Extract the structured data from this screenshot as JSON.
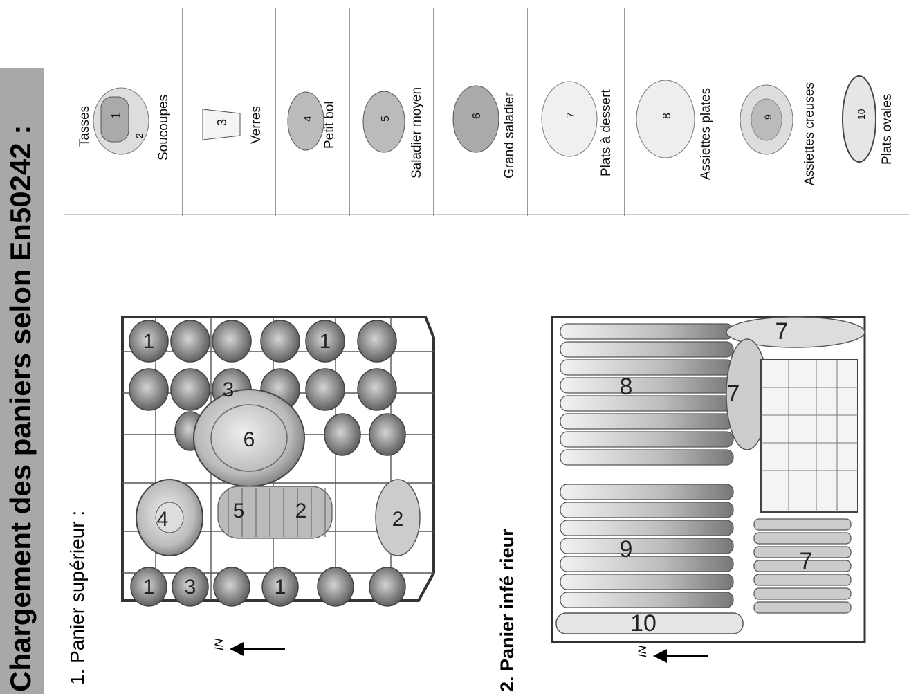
{
  "title": "Chargement des paniers selon En50242 :",
  "upper_basket": {
    "heading": "1. Panier supérieur :",
    "direction_label": "IN"
  },
  "lower_basket": {
    "heading": "2. Panier infé rieur",
    "direction_label": "IN"
  },
  "legend": [
    {
      "number": "1",
      "label": "Tasses"
    },
    {
      "number": "2",
      "label": "Soucoupes"
    },
    {
      "number": "3",
      "label": "Verres"
    },
    {
      "number": "4",
      "label": "Petit bol"
    },
    {
      "number": "5",
      "label": "Saladier moyen"
    },
    {
      "number": "6",
      "label": "Grand saladier"
    },
    {
      "number": "7",
      "label": "Plats à dessert"
    },
    {
      "number": "8",
      "label": "Assiettes plates"
    },
    {
      "number": "9",
      "label": "Assiettes creuses"
    },
    {
      "number": "10",
      "label": "Plats ovales"
    }
  ]
}
